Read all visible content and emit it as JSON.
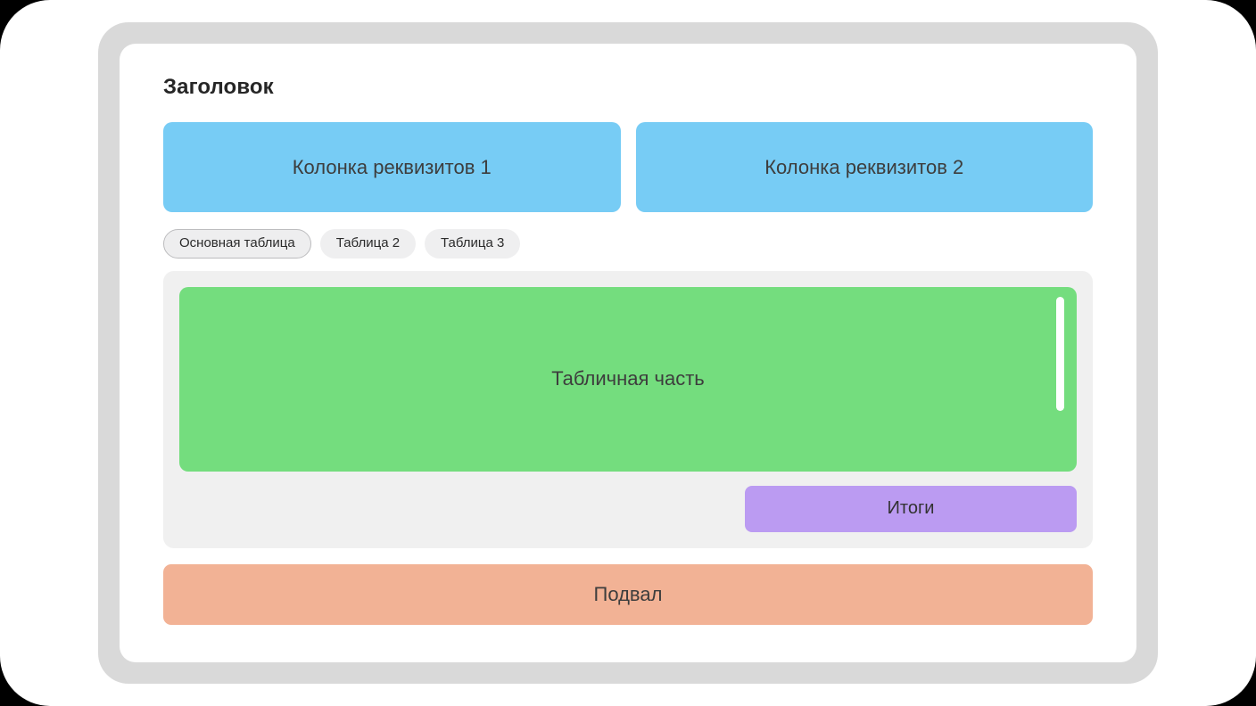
{
  "form": {
    "title": "Заголовок",
    "requisite_columns": [
      {
        "label": "Колонка реквизитов 1"
      },
      {
        "label": "Колонка реквизитов 2"
      }
    ],
    "tabs": [
      {
        "label": "Основная таблица",
        "active": true
      },
      {
        "label": "Таблица 2",
        "active": false
      },
      {
        "label": "Таблица 3",
        "active": false
      }
    ],
    "table": {
      "body_label": "Табличная часть",
      "totals_label": "Итоги"
    },
    "footer_label": "Подвал"
  },
  "colors": {
    "page_background": "#000000",
    "surface": "#ffffff",
    "outer_frame": "#d9d9d9",
    "requisite_column": "#77ccf5",
    "tab_inactive": "#efeff0",
    "tab_active_border": "#bcbcbe",
    "table_section": "#f0f0f0",
    "table_body": "#74dd7e",
    "scrollbar_thumb": "#ffffff",
    "totals_bar": "#bb9bf2",
    "footer": "#f2b295",
    "text": "#3d3d3d"
  }
}
